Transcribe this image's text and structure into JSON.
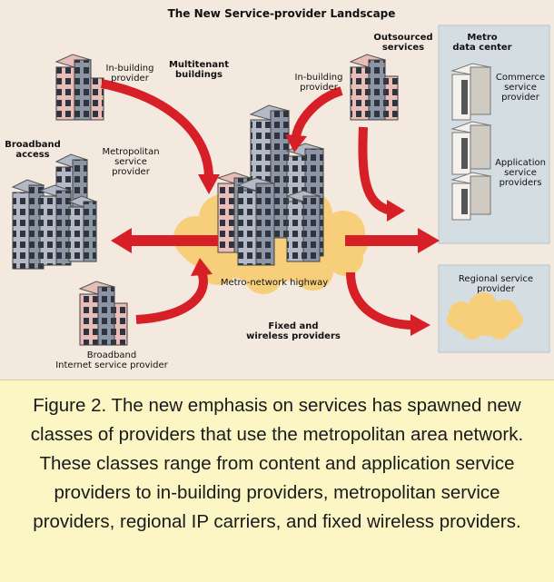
{
  "diagram": {
    "title": "The New Service-provider Landscape",
    "labels": {
      "in_building_provider_left": "In-building\nprovider",
      "multitenant_buildings": "Multitenant\nbuildings",
      "in_building_provider_right": "In-building\nprovider",
      "outsourced_services": "Outsourced\nservices",
      "metro_data_center": "Metro\ndata center",
      "commerce_service_provider": "Commerce\nservice\nprovider",
      "application_service_providers": "Application\nservice\nproviders",
      "broadband_access": "Broadband\naccess",
      "metropolitan_service_provider": "Metropolitan\nservice\nprovider",
      "metro_network_highway": "Metro-network highway",
      "regional_service_provider": "Regional service\nprovider",
      "fixed_wireless_providers": "Fixed and\nwireless providers",
      "broadband_isp": "Broadband\nInternet service provider"
    },
    "colors": {
      "arrow": "#d61f26",
      "cloud": "#f7cf7a",
      "datacenter_bg": "#d4dde2",
      "building_gray": "#8c95a3",
      "building_pink": "#e8bdb7"
    }
  },
  "caption": {
    "text": "Figure 2. The new emphasis on services has spawned new classes of providers that use the metropolitan area network. These classes range from content and application service providers to in-building providers, metropolitan service providers, regional IP carriers, and fixed wireless providers."
  }
}
